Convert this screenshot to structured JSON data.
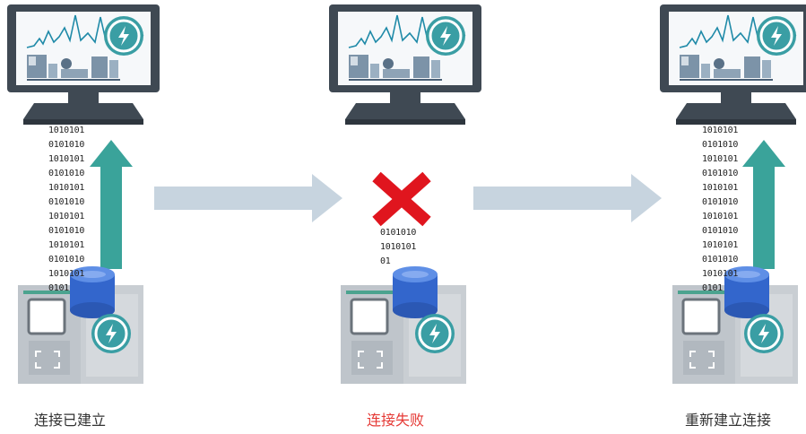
{
  "panels": [
    {
      "caption": "连接已建立",
      "state": "connected",
      "binary": [
        "1010101",
        "0101010",
        "1010101",
        "0101010",
        "1010101",
        "0101010",
        "1010101",
        "0101010",
        "1010101",
        "0101010",
        "1010101",
        "0101"
      ]
    },
    {
      "caption": "连接失败",
      "state": "failed",
      "binary": [
        "0101010",
        "1010101",
        "01"
      ]
    },
    {
      "caption": "重新建立连接",
      "state": "reconnected",
      "binary": [
        "1010101",
        "0101010",
        "1010101",
        "0101010",
        "1010101",
        "0101010",
        "1010101",
        "0101010",
        "1010101",
        "0101010",
        "1010101",
        "0101"
      ]
    }
  ],
  "colors": {
    "arrow_up": "#3aa39a",
    "arrow_flow": "#c7d4df",
    "fail_mark": "#e0151e",
    "fail_caption": "#e53935",
    "badge": "#3a9ea4",
    "database": "#3366cc",
    "monitor_frame": "#3f4953",
    "device_body": "#c9ced3"
  },
  "icons": {
    "badge": "lightning-bolt-icon",
    "fail": "x-mark-icon",
    "database": "database-cylinder-icon"
  }
}
